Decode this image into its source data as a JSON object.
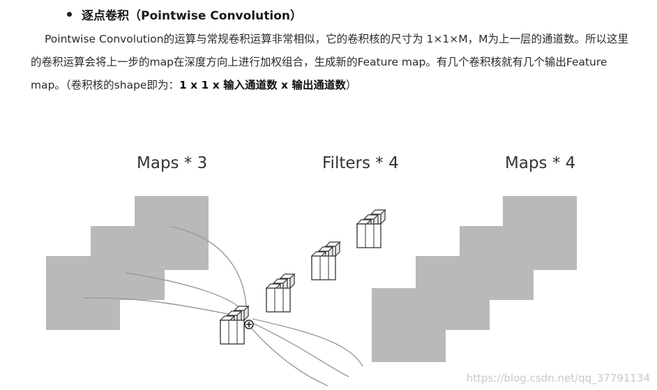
{
  "heading": "逐点卷积（Pointwise Convolution）",
  "paragraph": {
    "text": "Pointwise Convolution的运算与常规卷积运算非常相似，它的卷积核的尺寸为 1×1×M，M为上一层的通道数。所以这里的卷积运算会将上一步的map在深度方向上进行加权组合，生成新的Feature map。有几个卷积核就有几个输出Feature map。（卷积核的shape即为：",
    "bold": "1 x 1 x 输入通道数 x 输出通道数",
    "tail": "）"
  },
  "figure": {
    "label_maps_in": "Maps * 3",
    "label_filters": "Filters * 4",
    "label_maps_out": "Maps * 4"
  },
  "watermark": "https://blog.csdn.net/qq_37791134",
  "colors": {
    "map_gray": "#b9b9b9",
    "cube_edge": "#333333"
  }
}
